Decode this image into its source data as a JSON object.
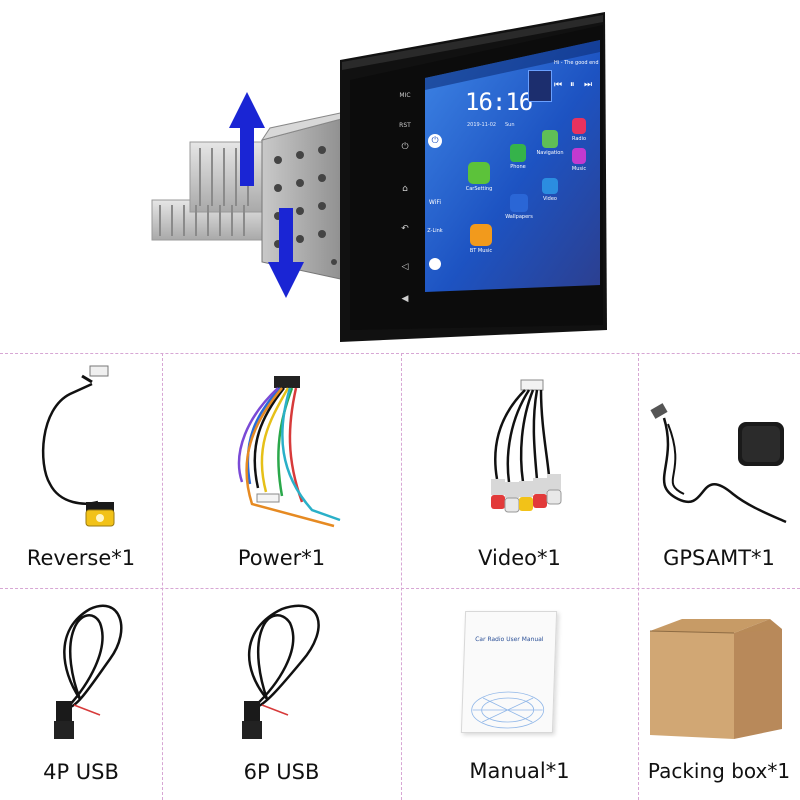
{
  "head_unit": {
    "time": "16:16",
    "date": "2019-11-02",
    "day": "Sun",
    "song": "Hi - The good end",
    "side_labels": {
      "mic": "MIC",
      "rst": "RST",
      "wifi": "WiFi",
      "zlink": "Z-Link"
    },
    "apps": [
      {
        "label": "CarSetting",
        "icon": "car-setting-icon",
        "color": "#5cc23a"
      },
      {
        "label": "Phone",
        "icon": "phone-icon",
        "color": "#35b34a"
      },
      {
        "label": "Navigation",
        "icon": "navigation-icon",
        "color": "#5fbf57"
      },
      {
        "label": "Radio",
        "icon": "radio-icon",
        "color": "#e8325f"
      },
      {
        "label": "Video",
        "icon": "video-icon",
        "color": "#2b8de0"
      },
      {
        "label": "Wallpapers",
        "icon": "wallpapers-icon",
        "color": "#2a66d6"
      },
      {
        "label": "Music",
        "icon": "music-icon",
        "color": "#c23ad0"
      },
      {
        "label": "BT Music",
        "icon": "bt-music-icon",
        "color": "#f29a1c"
      }
    ]
  },
  "accessories": {
    "reverse": "Reverse*1",
    "power": "Power*1",
    "video": "Video*1",
    "gps": "GPSAMT*1",
    "usb4p": "4P USB",
    "usb6p": "6P USB",
    "manual": "Manual*1",
    "box": "Packing box*1"
  },
  "manual_cover": {
    "title": "Car Radio User Manual"
  },
  "colors": {
    "arrow": "#1a25d4",
    "divider": "#d7a6d4",
    "screen_bg": "#1f57c8"
  }
}
